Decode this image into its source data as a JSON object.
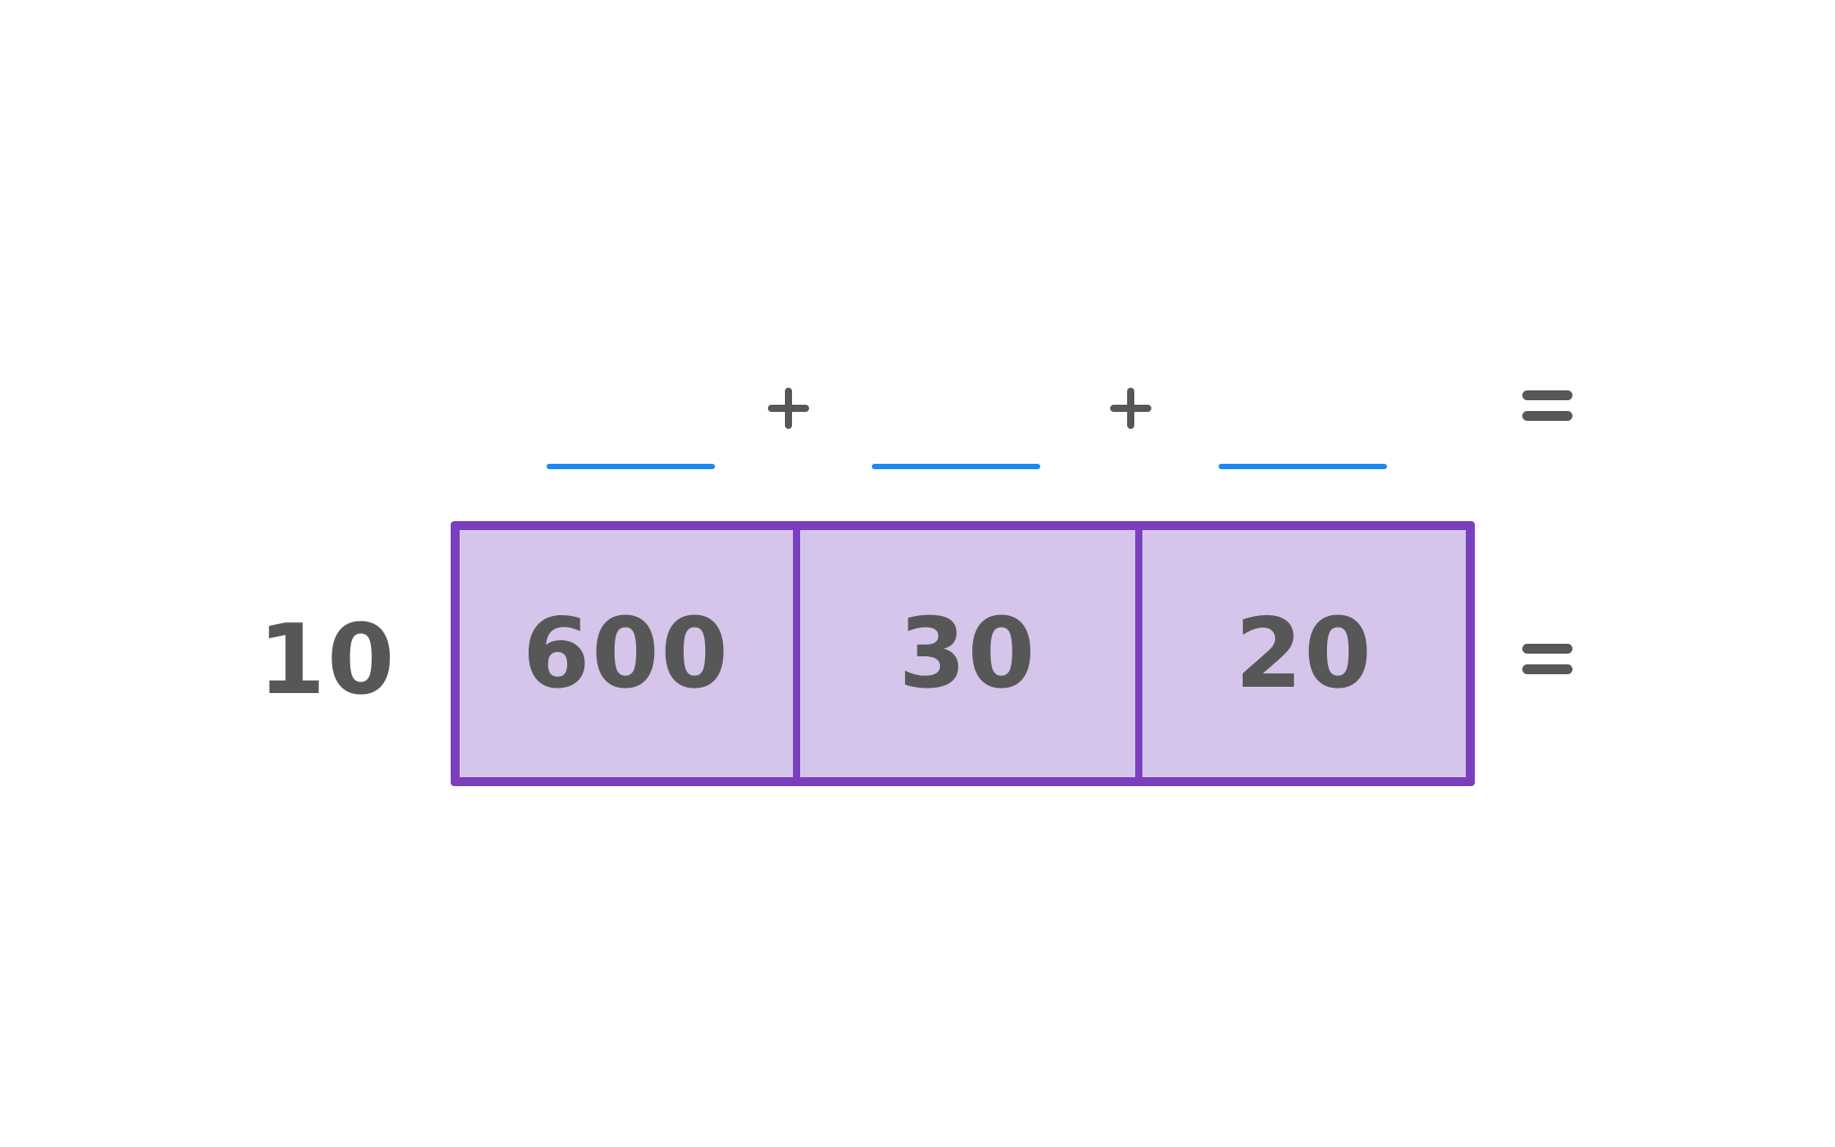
{
  "colors": {
    "ink": "#575757",
    "blank_line": "#1a8af0",
    "box_border": "#7a3fbe",
    "box_fill": "#d6c5ea",
    "background": "#ffffff"
  },
  "equation_row": {
    "blanks": [
      "",
      "",
      ""
    ],
    "operators": [
      "+",
      "+"
    ],
    "result_sign": "="
  },
  "area_model": {
    "factor": "10",
    "cells": [
      "600",
      "30",
      "20"
    ],
    "result_sign": "="
  }
}
